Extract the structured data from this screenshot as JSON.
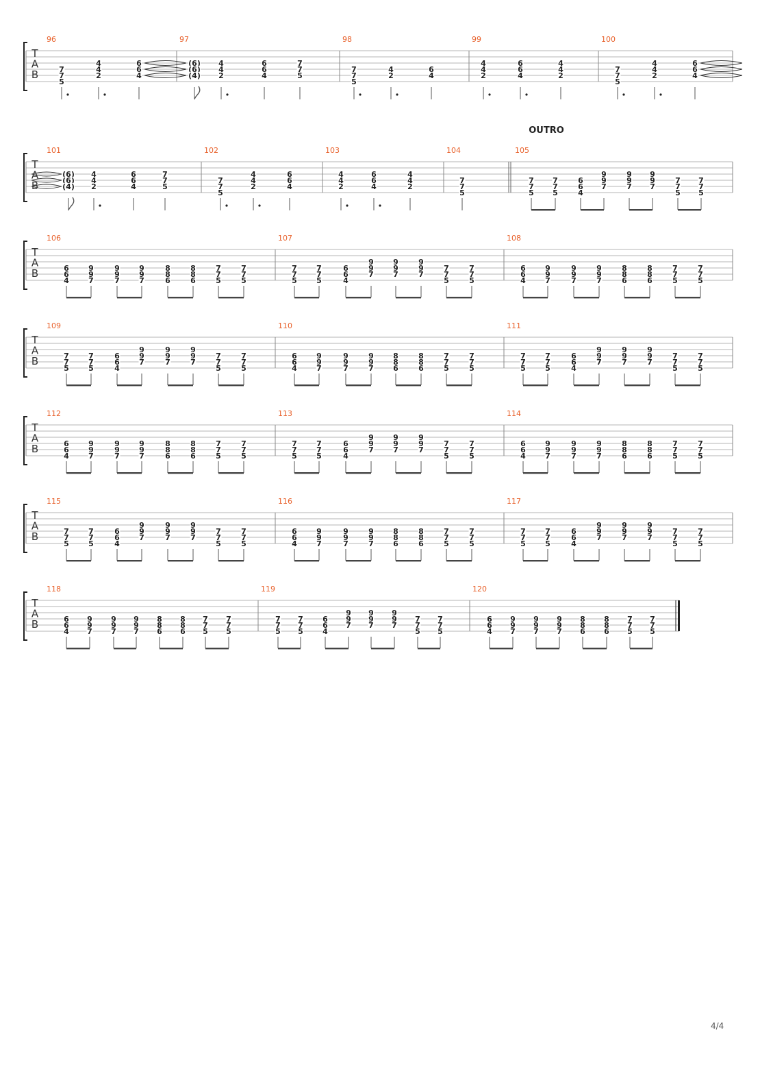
{
  "page": {
    "number": "4/4"
  },
  "tab_clef": [
    "T",
    "A",
    "B"
  ],
  "section_label": "OUTRO",
  "colors": {
    "measure_number": "#e8602a",
    "staff_line": "#b4b4b4",
    "ink": "#222222"
  },
  "systems": [
    {
      "measures": [
        {
          "number": "96",
          "events": [
            {
              "frets": [
                "",
                "",
                "",
                "7",
                "7",
                "5"
              ],
              "stem": "dot"
            },
            {
              "frets": [
                "",
                "",
                "4",
                "4",
                "2",
                ""
              ],
              "stem": "dot"
            },
            {
              "frets": [
                "",
                "",
                "6",
                "6",
                "4",
                ""
              ],
              "stem": "plain"
            }
          ],
          "tie_out": true
        },
        {
          "number": "97",
          "events": [
            {
              "frets": [
                "",
                "",
                "(6)",
                "(6)",
                "(4)",
                ""
              ],
              "stem": "flag"
            },
            {
              "frets": [
                "",
                "",
                "4",
                "4",
                "2",
                ""
              ],
              "stem": "dot"
            },
            {
              "frets": [
                "",
                "",
                "6",
                "6",
                "4",
                ""
              ],
              "stem": "plain"
            },
            {
              "frets": [
                "",
                "",
                "7",
                "7",
                "5",
                ""
              ],
              "stem": "plain"
            }
          ]
        },
        {
          "number": "98",
          "events": [
            {
              "frets": [
                "",
                "",
                "",
                "7",
                "7",
                "5"
              ],
              "stem": "dot"
            },
            {
              "frets": [
                "",
                "",
                "",
                "4",
                "2",
                ""
              ],
              "stem": "dot"
            },
            {
              "frets": [
                "",
                "",
                "",
                "6",
                "4",
                ""
              ],
              "stem": "plain"
            }
          ]
        },
        {
          "number": "99",
          "events": [
            {
              "frets": [
                "",
                "",
                "4",
                "4",
                "2",
                ""
              ],
              "stem": "dot"
            },
            {
              "frets": [
                "",
                "",
                "6",
                "6",
                "4",
                ""
              ],
              "stem": "dot"
            },
            {
              "frets": [
                "",
                "",
                "4",
                "4",
                "2",
                ""
              ],
              "stem": "plain"
            }
          ]
        },
        {
          "number": "100",
          "events": [
            {
              "frets": [
                "",
                "",
                "",
                "7",
                "7",
                "5"
              ],
              "stem": "dot"
            },
            {
              "frets": [
                "",
                "",
                "4",
                "4",
                "2",
                ""
              ],
              "stem": "dot"
            },
            {
              "frets": [
                "",
                "",
                "6",
                "6",
                "4",
                ""
              ],
              "stem": "plain"
            }
          ],
          "tie_out": true
        }
      ]
    },
    {
      "measures": [
        {
          "number": "101",
          "events": [
            {
              "frets": [
                "",
                "",
                "(6)",
                "(6)",
                "(4)",
                ""
              ],
              "stem": "flag"
            },
            {
              "frets": [
                "",
                "",
                "4",
                "4",
                "2",
                ""
              ],
              "stem": "dot"
            },
            {
              "frets": [
                "",
                "",
                "6",
                "6",
                "4",
                ""
              ],
              "stem": "plain"
            },
            {
              "frets": [
                "",
                "",
                "7",
                "7",
                "5",
                ""
              ],
              "stem": "plain"
            }
          ],
          "tie_in": true
        },
        {
          "number": "102",
          "events": [
            {
              "frets": [
                "",
                "",
                "",
                "7",
                "7",
                "5"
              ],
              "stem": "dot"
            },
            {
              "frets": [
                "",
                "",
                "4",
                "4",
                "2",
                ""
              ],
              "stem": "dot"
            },
            {
              "frets": [
                "",
                "",
                "6",
                "6",
                "4",
                ""
              ],
              "stem": "plain"
            }
          ]
        },
        {
          "number": "103",
          "events": [
            {
              "frets": [
                "",
                "",
                "4",
                "4",
                "2",
                ""
              ],
              "stem": "dot"
            },
            {
              "frets": [
                "",
                "",
                "6",
                "6",
                "4",
                ""
              ],
              "stem": "dot"
            },
            {
              "frets": [
                "",
                "",
                "4",
                "4",
                "2",
                ""
              ],
              "stem": "plain"
            }
          ]
        },
        {
          "number": "104",
          "events": [
            {
              "frets": [
                "",
                "",
                "",
                "7",
                "7",
                "5"
              ],
              "stem": "plain"
            }
          ],
          "double_bar_end": true
        },
        {
          "number": "105",
          "events": [
            {
              "frets": [
                "",
                "",
                "",
                "7",
                "7",
                "5"
              ]
            },
            {
              "frets": [
                "",
                "",
                "",
                "7",
                "7",
                "5"
              ]
            },
            {
              "frets": [
                "",
                "",
                "",
                "6",
                "6",
                "4"
              ]
            },
            {
              "frets": [
                "",
                "",
                "9",
                "9",
                "7",
                ""
              ]
            },
            {
              "frets": [
                "",
                "",
                "9",
                "9",
                "7",
                ""
              ]
            },
            {
              "frets": [
                "",
                "",
                "9",
                "9",
                "7",
                ""
              ]
            },
            {
              "frets": [
                "",
                "",
                "",
                "7",
                "7",
                "5"
              ]
            },
            {
              "frets": [
                "",
                "",
                "",
                "7",
                "7",
                "5"
              ]
            }
          ],
          "beamed": true,
          "section": true
        }
      ]
    },
    {
      "measures": [
        {
          "number": "106",
          "pattern": "B"
        },
        {
          "number": "107",
          "pattern": "A"
        },
        {
          "number": "108",
          "pattern": "B"
        }
      ]
    },
    {
      "measures": [
        {
          "number": "109",
          "pattern": "A"
        },
        {
          "number": "110",
          "pattern": "B"
        },
        {
          "number": "111",
          "pattern": "A"
        }
      ]
    },
    {
      "measures": [
        {
          "number": "112",
          "pattern": "B"
        },
        {
          "number": "113",
          "pattern": "A"
        },
        {
          "number": "114",
          "pattern": "B"
        }
      ]
    },
    {
      "measures": [
        {
          "number": "115",
          "pattern": "A"
        },
        {
          "number": "116",
          "pattern": "B"
        },
        {
          "number": "117",
          "pattern": "A"
        }
      ]
    },
    {
      "measures": [
        {
          "number": "118",
          "pattern": "B"
        },
        {
          "number": "119",
          "pattern": "A"
        },
        {
          "number": "120",
          "pattern": "B"
        }
      ],
      "final": true
    }
  ],
  "patterns": {
    "A": [
      [
        "",
        "",
        "",
        "7",
        "7",
        "5"
      ],
      [
        "",
        "",
        "",
        "7",
        "7",
        "5"
      ],
      [
        "",
        "",
        "",
        "6",
        "6",
        "4"
      ],
      [
        "",
        "",
        "9",
        "9",
        "7",
        ""
      ],
      [
        "",
        "",
        "9",
        "9",
        "7",
        ""
      ],
      [
        "",
        "",
        "9",
        "9",
        "7",
        ""
      ],
      [
        "",
        "",
        "",
        "7",
        "7",
        "5"
      ],
      [
        "",
        "",
        "",
        "7",
        "7",
        "5"
      ]
    ],
    "B": [
      [
        "",
        "",
        "",
        "6",
        "6",
        "4"
      ],
      [
        "",
        "",
        "",
        "9",
        "9",
        "7"
      ],
      [
        "",
        "",
        "",
        "9",
        "9",
        "7"
      ],
      [
        "",
        "",
        "",
        "9",
        "9",
        "7"
      ],
      [
        "",
        "",
        "",
        "8",
        "8",
        "6"
      ],
      [
        "",
        "",
        "",
        "8",
        "8",
        "6"
      ],
      [
        "",
        "",
        "",
        "7",
        "7",
        "5"
      ],
      [
        "",
        "",
        "",
        "7",
        "7",
        "5"
      ]
    ]
  }
}
